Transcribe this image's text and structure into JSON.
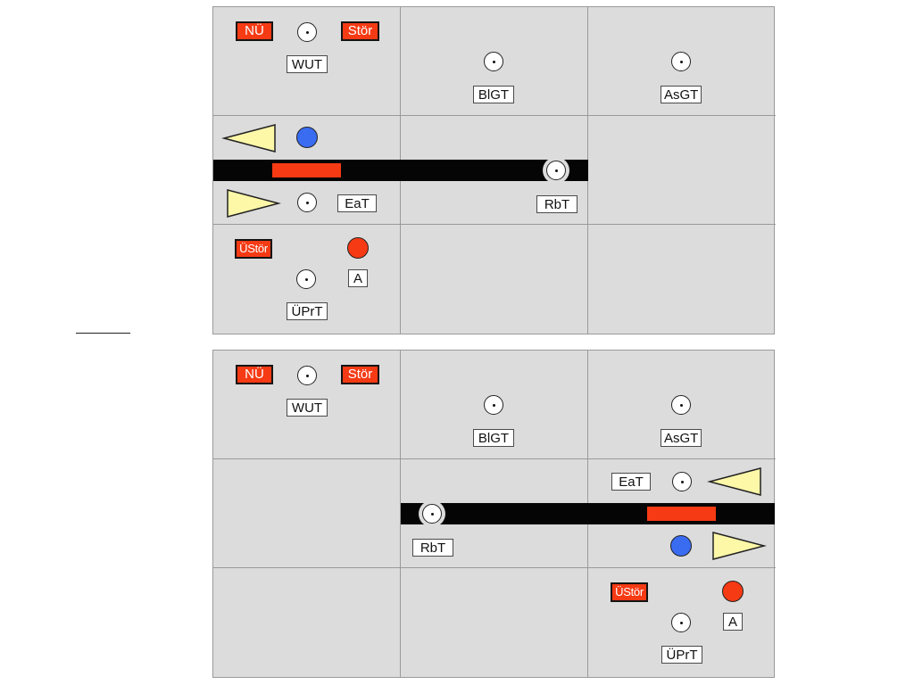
{
  "colors": {
    "panel_bg": "#dcdcdc",
    "alarm_red": "#f53a14",
    "track_black": "#050505",
    "lamp_blue": "#3a6cf2",
    "lamp_red": "#f53a14",
    "arrow_yellow": "#fdf8a8"
  },
  "icons": {
    "indicator": "dotted-circle-icon",
    "direction_left": "triangle-left-icon",
    "direction_right": "triangle-right-icon",
    "lamp": "circle-lamp-icon"
  },
  "labels": {
    "nu": "NÜ",
    "stor": "Stör",
    "wut": "WUT",
    "blgt": "BlGT",
    "asgt": "AsGT",
    "eat": "EaT",
    "rbt": "RbT",
    "ustor": "ÜStör",
    "a": "A",
    "uprt": "ÜPrT"
  }
}
